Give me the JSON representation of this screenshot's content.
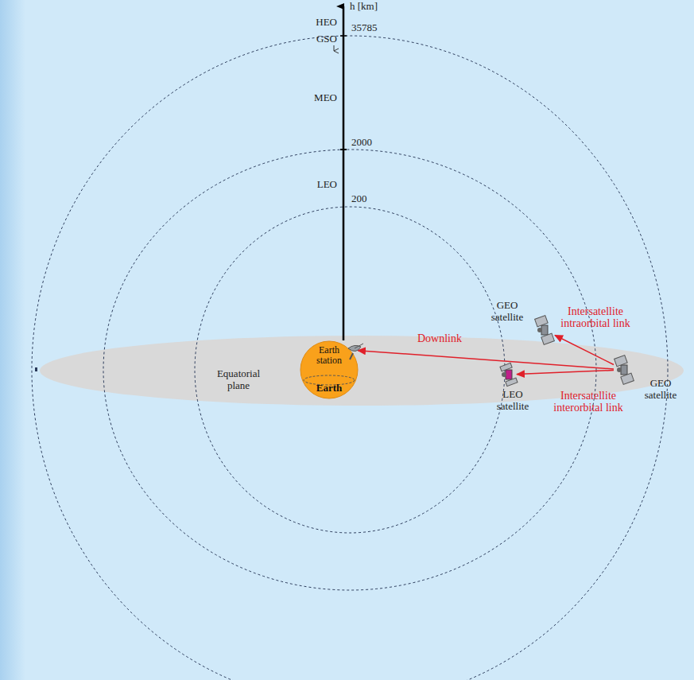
{
  "diagram": {
    "nodes": [
      {
        "text": [
          "Earth station",
          "Earth"
        ]
      },
      {
        "text": [
          "GEO satellite"
        ]
      },
      {
        "text": [
          "LEO satellite"
        ]
      },
      {
        "text": [
          "GEO satellite"
        ]
      }
    ],
    "edges": [
      {
        "from": 3,
        "to": 0,
        "arrow": "to",
        "label": "Downlink"
      },
      {
        "from": 3,
        "to": 1,
        "arrow": "to",
        "label": "Intersatellite intraorbital link"
      },
      {
        "from": 3,
        "to": 2,
        "arrow": "to",
        "label": "Intersatellite interorbital link"
      }
    ],
    "labels": [
      "h [km]",
      "HEO",
      "GSO",
      "35785",
      "MEO",
      "2000",
      "LEO",
      "200",
      "Equatorial plane"
    ]
  }
}
